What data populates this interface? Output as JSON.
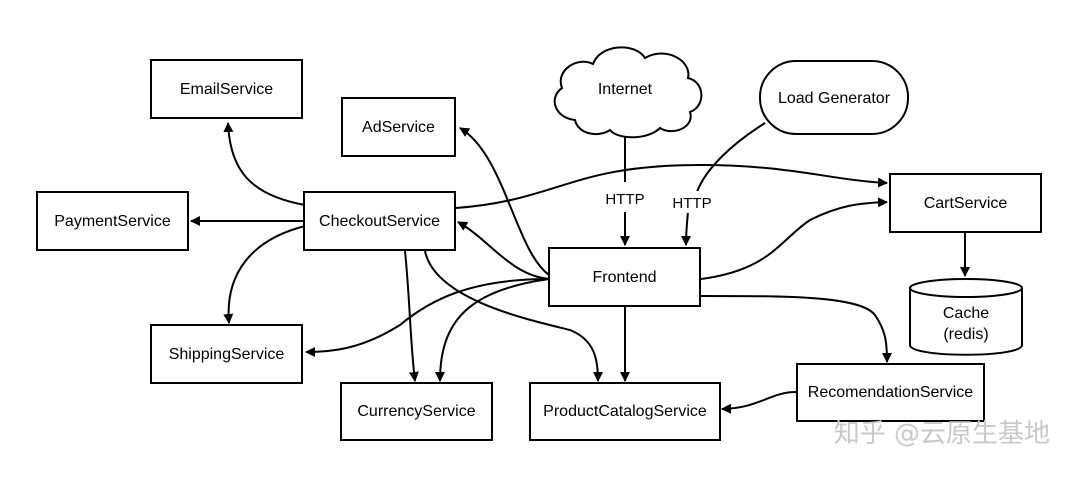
{
  "nodes": {
    "email_service": "EmailService",
    "ad_service": "AdService",
    "payment_service": "PaymentService",
    "checkout_service": "CheckoutService",
    "shipping_service": "ShippingService",
    "currency_service": "CurrencyService",
    "product_catalog_service": "ProductCatalogService",
    "frontend": "Frontend",
    "cart_service": "CartService",
    "cache_line1": "Cache",
    "cache_line2": "(redis)",
    "recommendation_service": "RecomendationService",
    "internet": "Internet",
    "load_generator": "Load Generator"
  },
  "edge_labels": {
    "internet_to_frontend": "HTTP",
    "loadgen_to_frontend": "HTTP"
  },
  "watermark": "知乎 @云原生基地",
  "colors": {
    "line": "#000000",
    "background": "#ffffff",
    "watermark": "#c9c9c9"
  }
}
